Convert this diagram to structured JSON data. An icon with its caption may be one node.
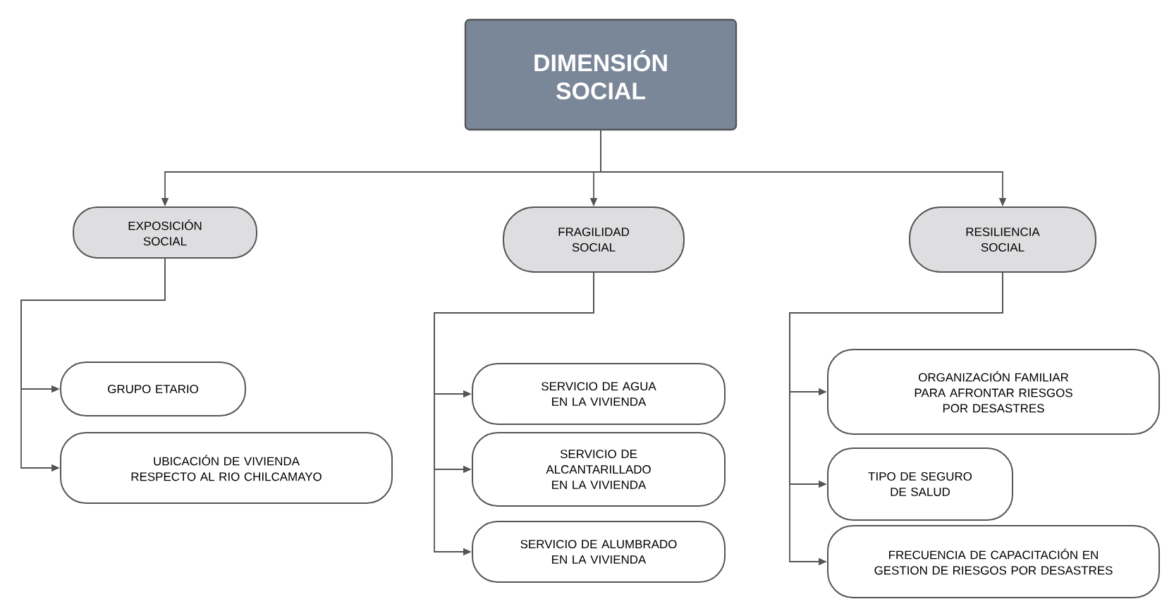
{
  "diagram": {
    "nodes": [
      {
        "text": [
          "DIMENSIÓN SOCIAL"
        ]
      },
      {
        "text": [
          "EXPOSICIÓN SOCIAL"
        ]
      },
      {
        "text": [
          "FRAGILIDAD SOCIAL"
        ]
      },
      {
        "text": [
          "RESILIENCIA SOCIAL"
        ]
      },
      {
        "text": [
          "GRUPO ETARIO"
        ]
      },
      {
        "text": [
          "UBICACIÓN DE VIVIENDA RESPECTO AL RIO CHILCAMAYO"
        ]
      },
      {
        "text": [
          "SERVICIO DE AGUA EN LA VIVIENDA"
        ]
      },
      {
        "text": [
          "SERVICIO DE ALCANTARILLADO EN LA VIVIENDA"
        ]
      },
      {
        "text": [
          "SERVICIO DE ALUMBRADO EN LA VIVIENDA"
        ]
      },
      {
        "text": [
          "ORGANIZACIÓN FAMILIAR PARA AFRONTAR RIESGOS POR DESASTRES"
        ]
      },
      {
        "text": [
          "TIPO DE SEGURO DE SALUD"
        ]
      },
      {
        "text": [
          "FRECUENCIA DE CAPACITACIÓN EN GESTION DE RIESGOS POR DESASTRES"
        ]
      }
    ],
    "edges": [
      {
        "from": 0,
        "to": 1,
        "arrow": "to"
      },
      {
        "from": 0,
        "to": 2,
        "arrow": "to"
      },
      {
        "from": 0,
        "to": 3,
        "arrow": "to"
      },
      {
        "from": 1,
        "to": 4,
        "arrow": "to"
      },
      {
        "from": 1,
        "to": 5,
        "arrow": "to"
      },
      {
        "from": 2,
        "to": 6,
        "arrow": "to"
      },
      {
        "from": 2,
        "to": 7,
        "arrow": "to"
      },
      {
        "from": 2,
        "to": 8,
        "arrow": "to"
      },
      {
        "from": 3,
        "to": 9,
        "arrow": "to"
      },
      {
        "from": 3,
        "to": 10,
        "arrow": "to"
      },
      {
        "from": 3,
        "to": 11,
        "arrow": "to"
      }
    ]
  }
}
